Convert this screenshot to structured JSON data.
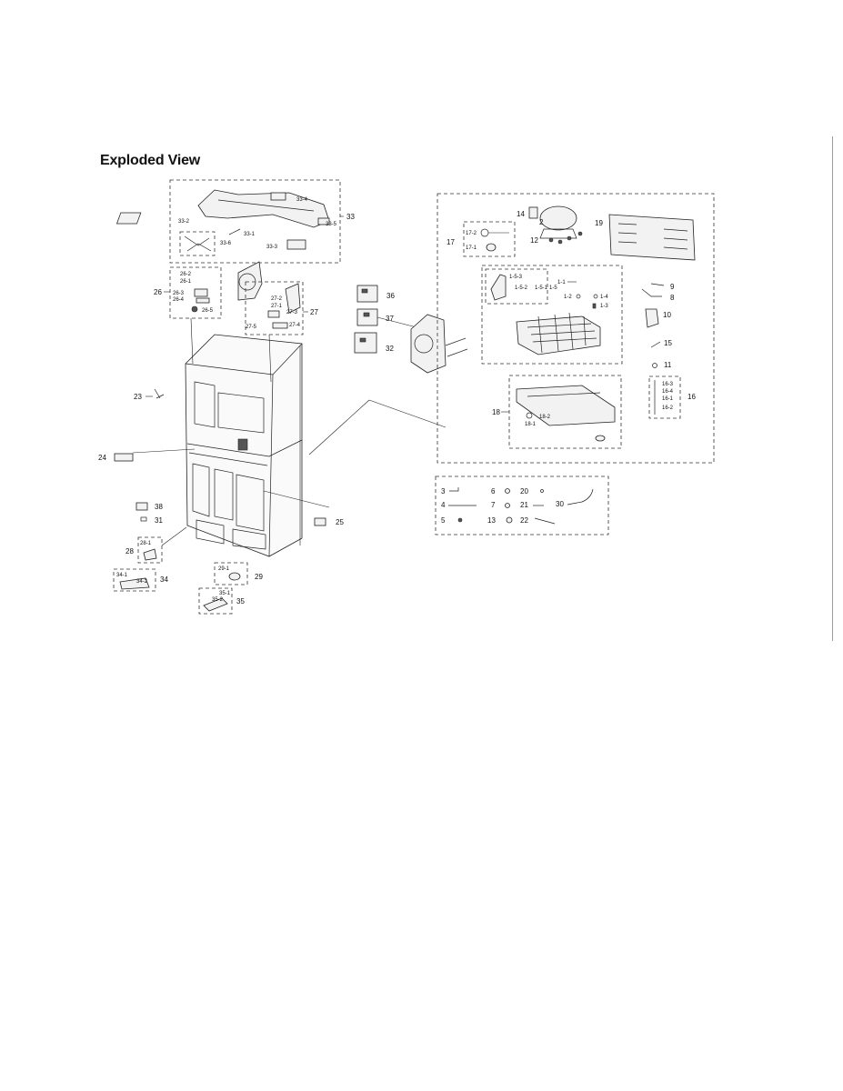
{
  "title": "Exploded View",
  "groups": {
    "g33": {
      "id": "33",
      "parts": [
        "33-4",
        "33-2",
        "33-5",
        "33-1",
        "33-6",
        "33-3"
      ]
    },
    "g26": {
      "id": "26",
      "parts": [
        "26-2",
        "26-1",
        "26-3",
        "26-4",
        "26-5"
      ]
    },
    "g27": {
      "id": "27",
      "parts": [
        "27-2",
        "27-1",
        "27-3",
        "27-5",
        "27-4"
      ]
    },
    "g17": {
      "id": "17",
      "parts": [
        "17-2",
        "17-1"
      ]
    },
    "g1": {
      "parts": [
        "1-5-1",
        "1-5-2",
        "1-5-3",
        "1-5",
        "1-1",
        "1-2",
        "1-4",
        "1-3"
      ]
    },
    "g18": {
      "id": "18",
      "parts": [
        "18-2",
        "18-1"
      ]
    },
    "g16": {
      "id": "16",
      "parts": [
        "16-3",
        "16-4",
        "16-1",
        "16-2"
      ]
    },
    "g28": {
      "id": "28",
      "parts": [
        "28-1"
      ]
    },
    "g34": {
      "id": "34",
      "parts": [
        "34-1",
        "34-2"
      ]
    },
    "g29": {
      "id": "29",
      "parts": [
        "29-1"
      ]
    },
    "g35": {
      "id": "35",
      "parts": [
        "35-1",
        "35-2"
      ]
    },
    "hardware": {
      "parts": [
        "3",
        "4",
        "5",
        "6",
        "7",
        "13",
        "20",
        "21",
        "22",
        "30"
      ]
    }
  },
  "parts": {
    "p14": "14",
    "p2": "2",
    "p12": "12",
    "p19": "19",
    "p36": "36",
    "p37": "37",
    "p32": "32",
    "p9": "9",
    "p8": "8",
    "p10": "10",
    "p15": "15",
    "p11": "11",
    "p23": "23",
    "p24": "24",
    "p25": "25",
    "p38": "38",
    "p31": "31"
  }
}
